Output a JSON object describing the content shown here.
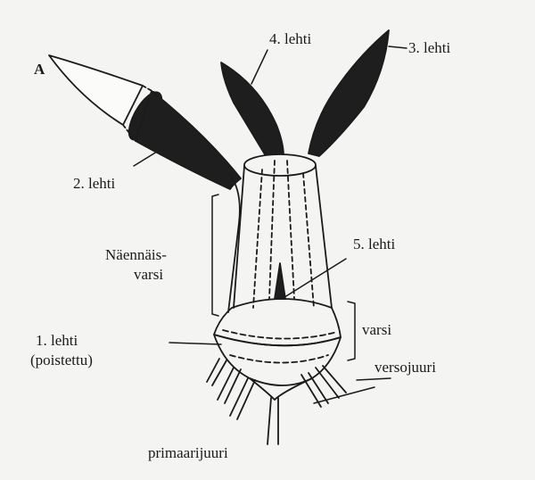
{
  "figure": {
    "panel_letter": "A",
    "labels": {
      "leaf3": "3. lehti",
      "leaf4": "4. lehti",
      "leaf2": "2. lehti",
      "pseudostem_line1": "Näennäis-",
      "pseudostem_line2": "varsi",
      "leaf5": "5. lehti",
      "leaf1_line1": "1. lehti",
      "leaf1_line2": "(poistettu)",
      "stem": "varsi",
      "shoot_roots": "versojuuri",
      "primary_root": "primaarijuuri"
    }
  }
}
